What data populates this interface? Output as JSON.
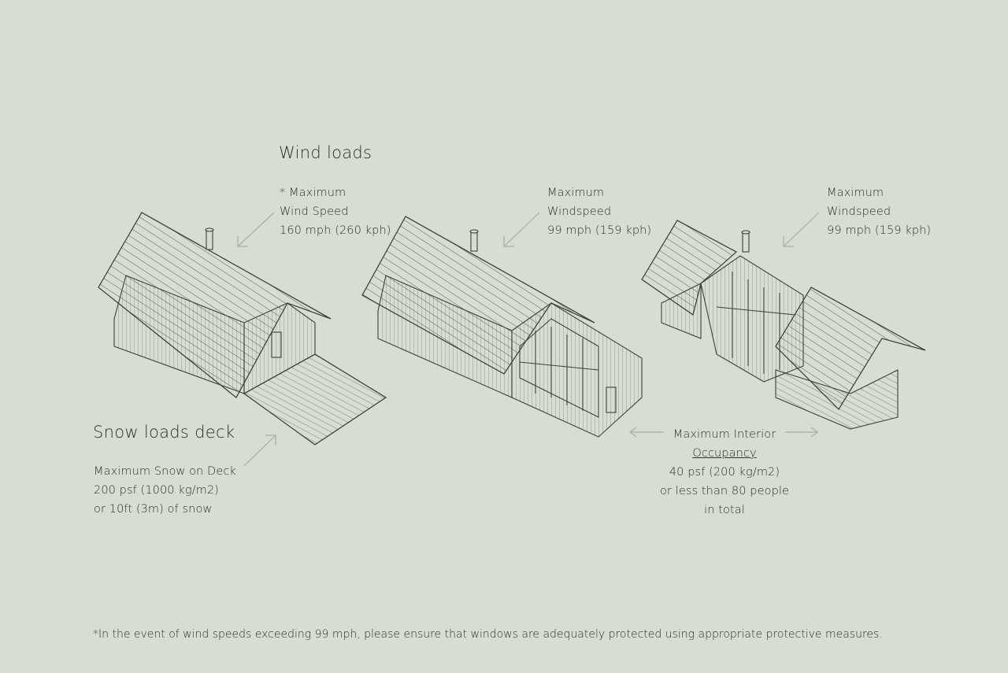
{
  "wind": {
    "heading": "Wind loads",
    "cabin1": [
      "* Maximum",
      "Wind Speed",
      "160 mph (260 kph)"
    ],
    "cabin2": [
      "Maximum",
      "Windspeed",
      "99 mph (159 kph)"
    ],
    "cabin3": [
      "Maximum",
      "Windspeed",
      "99 mph (159 kph)"
    ]
  },
  "snow": {
    "heading": "Snow loads deck",
    "lines": [
      "Maximum Snow on Deck",
      "200 psf (1000 kg/m2)",
      "or 10ft (3m) of snow"
    ]
  },
  "occupancy": {
    "line1": "Maximum Interior",
    "line2": "Occupancy",
    "line3": "40 psf (200 kg/m2)",
    "line4": "or less than 80 people",
    "line5": "in total"
  },
  "footnote": "*In the event of wind speeds exceeding 99 mph, please ensure that windows are adequately protected using appropriate protective measures."
}
